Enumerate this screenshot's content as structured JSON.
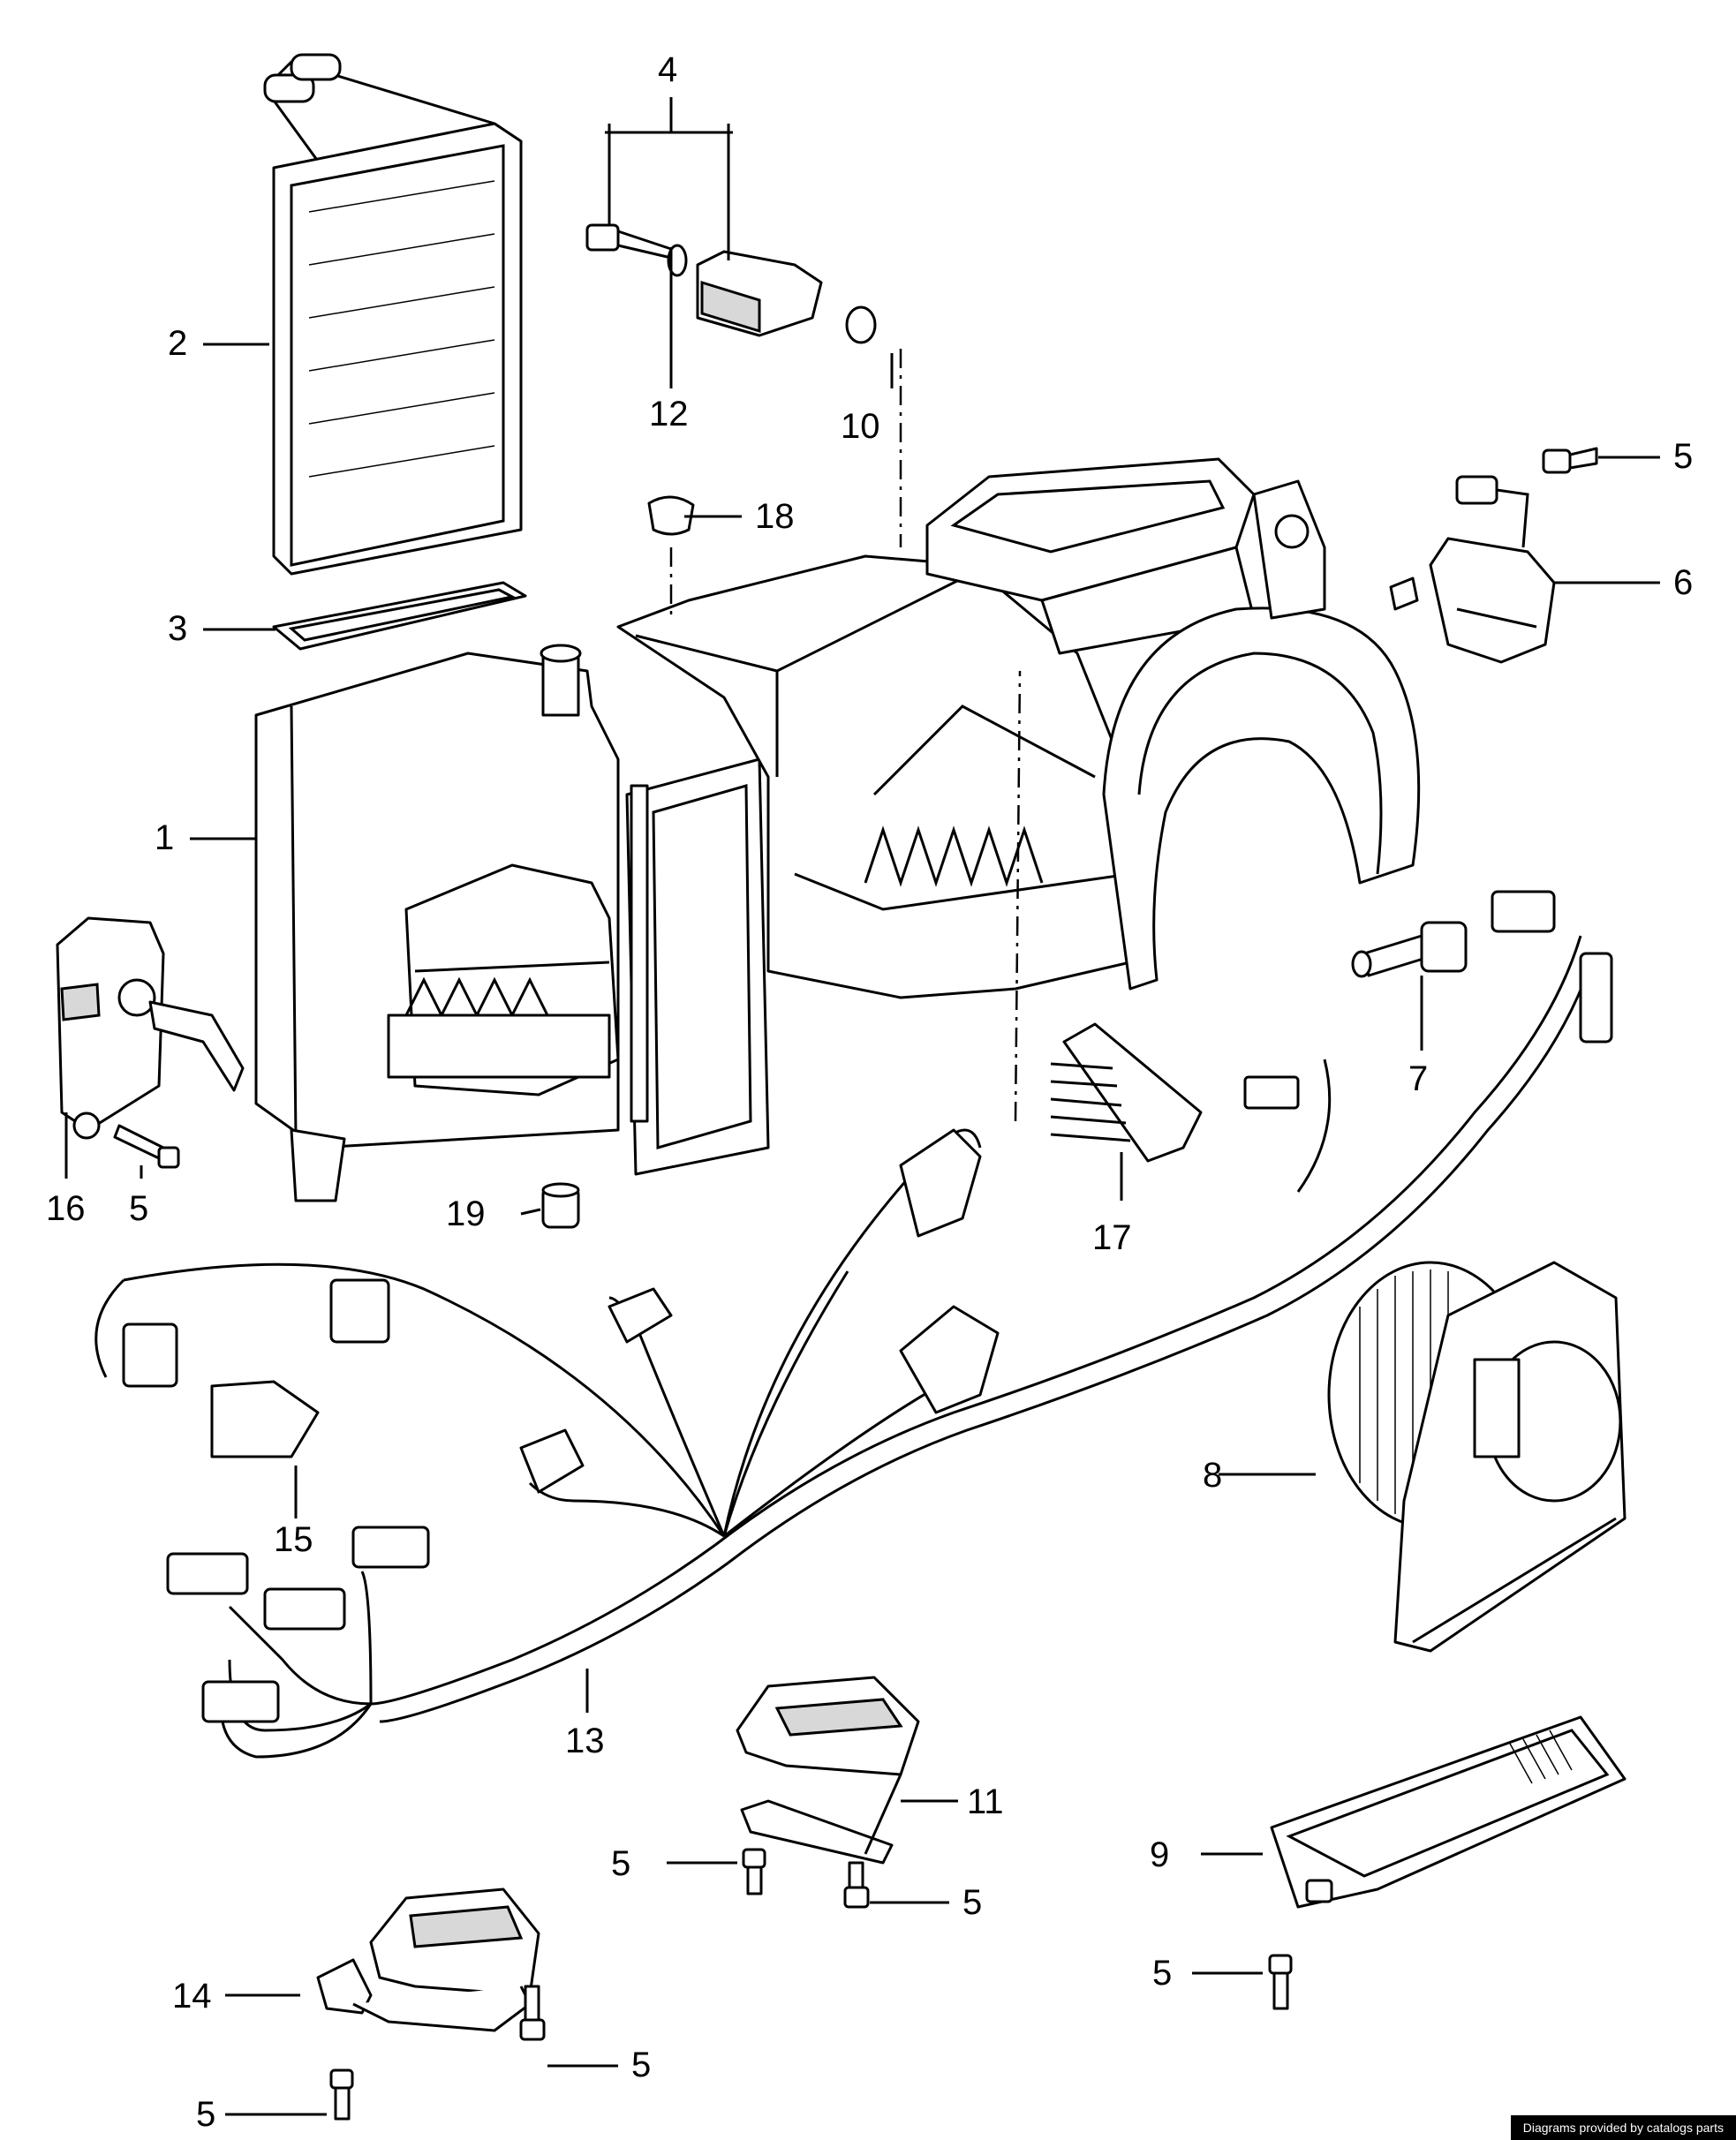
{
  "callouts": [
    "1",
    "2",
    "3",
    "4",
    "5",
    "6",
    "7",
    "8",
    "9",
    "10",
    "11",
    "12",
    "13",
    "14",
    "15",
    "16",
    "17",
    "18",
    "19"
  ],
  "footer": {
    "credit": "Diagrams provided by catalogs parts"
  }
}
